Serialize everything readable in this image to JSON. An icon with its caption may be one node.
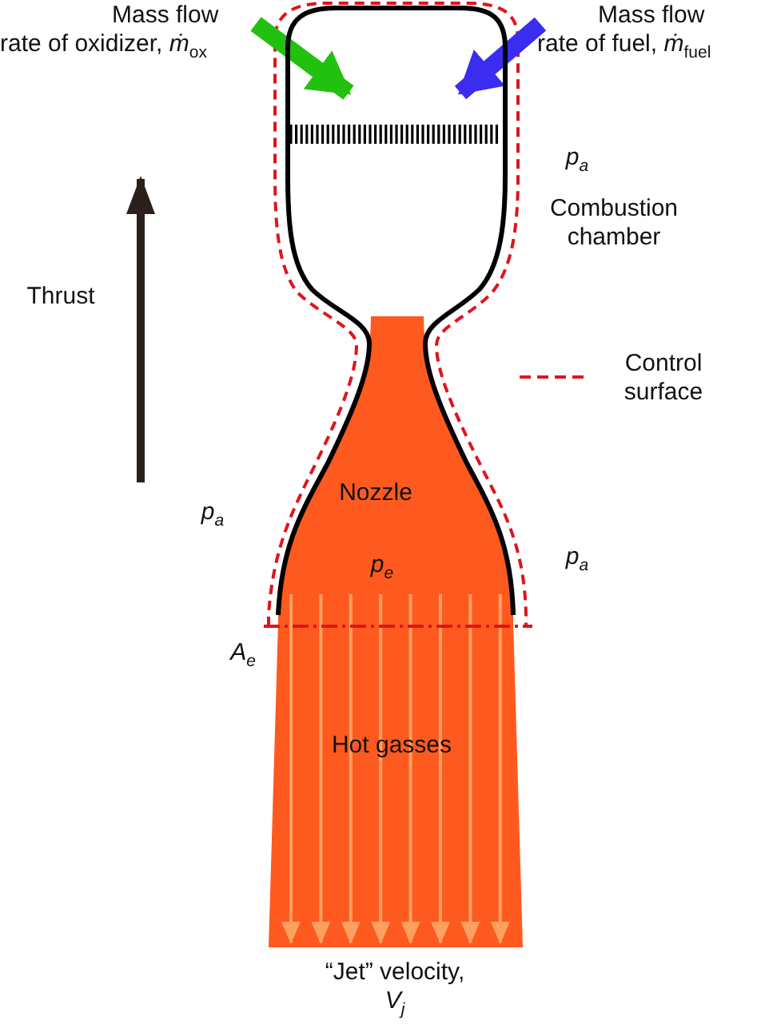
{
  "diagram": {
    "nodes": [
      {
        "text": [
          "Mass flow rate of oxidizer, *ṁ*$_{ox}$"
        ]
      },
      {
        "text": [
          "Mass flow rate of fuel, *ṁ*$_{fuel}$"
        ]
      },
      {
        "text": [],
        "shape": "chamber"
      }
    ],
    "edges": [
      {
        "from": 0,
        "to": 2,
        "arrow": "to",
        "color": "#22c00f"
      },
      {
        "from": 1,
        "to": 2,
        "arrow": "to",
        "color": "#3b2df0"
      }
    ],
    "labels": [
      "p$_{a}$",
      "Combustion chamber",
      "Thrust",
      "p$_{a}$",
      "Nozzle",
      "p$_{e}$",
      "p$_{a}$",
      "A$_{e}$",
      "Hot gasses",
      "“Jet” velocity, *V*$_{j}$"
    ],
    "legend": [
      {
        "text": "Control surface"
      }
    ]
  }
}
